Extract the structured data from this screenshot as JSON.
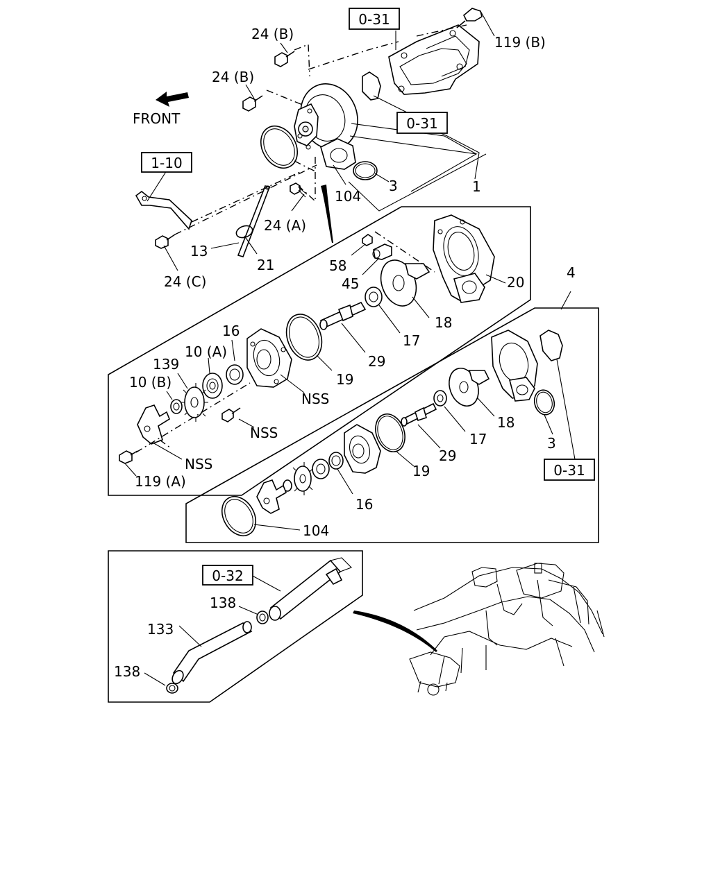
{
  "front_label": "FRONT",
  "refs": {
    "r0_31_top": "0-31",
    "r0_31_mid": "0-31",
    "r0_31_kit": "0-31",
    "r1_10": "1-10",
    "r0_32": "0-32"
  },
  "callouts": {
    "c24b_1": "24 (B)",
    "c24b_2": "24 (B)",
    "c119b": "119 (B)",
    "c1": "1",
    "c3_top": "3",
    "c104_top": "104",
    "c24a": "24 (A)",
    "c13": "13",
    "c21": "21",
    "c24c": "24 (C)",
    "c58": "58",
    "c45": "45",
    "c20": "20",
    "c18_a": "18",
    "c17_a": "17",
    "c29_a": "29",
    "c19_a": "19",
    "c16_a": "16",
    "c10a": "10 (A)",
    "c139": "139",
    "c10b": "10 (B)",
    "cnss_1": "NSS",
    "cnss_2": "NSS",
    "cnss_3": "NSS",
    "c119a": "119 (A)",
    "c4": "4",
    "c18_b": "18",
    "c17_b": "17",
    "c29_b": "29",
    "c19_b": "19",
    "c3_b": "3",
    "c16_b": "16",
    "c104_b": "104",
    "c138_1": "138",
    "c133": "133",
    "c138_2": "138"
  }
}
